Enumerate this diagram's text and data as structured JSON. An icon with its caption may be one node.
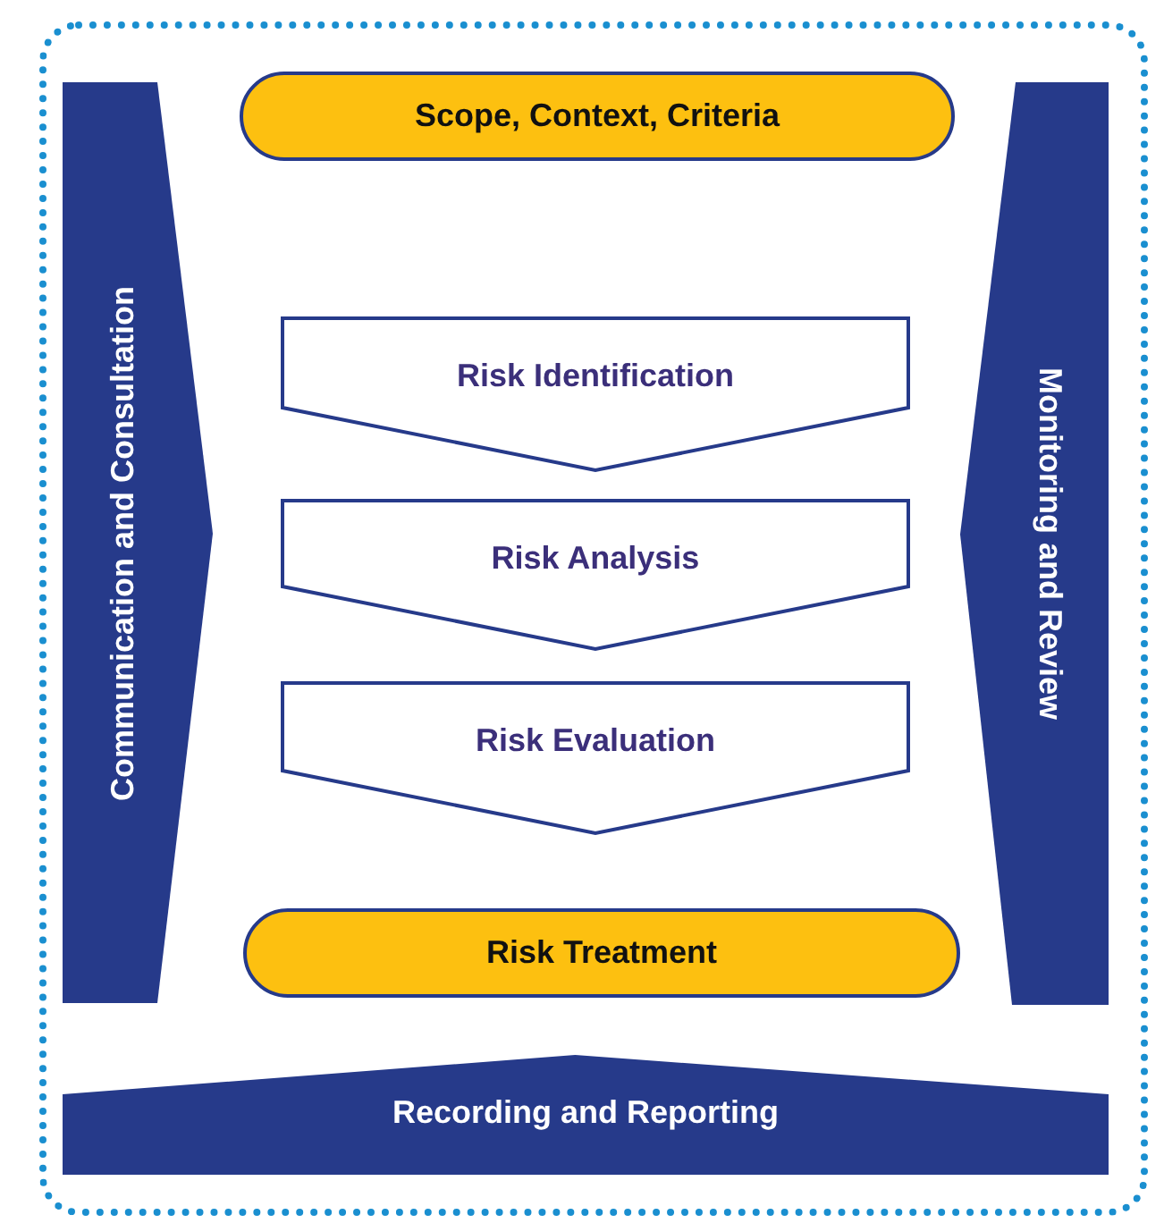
{
  "diagram": {
    "nodes": [
      {
        "text": [],
        "shape": "box"
      },
      {
        "text": [
          "Scope, Context, Criteria"
        ],
        "in": 0
      },
      {
        "text": [
          "Communication and Consultation"
        ],
        "in": 0
      },
      {
        "text": [
          "Risk Identification"
        ],
        "in": 0
      },
      {
        "text": [
          "Risk Analysis"
        ],
        "in": 0
      },
      {
        "text": [
          "Risk Evaluation"
        ],
        "in": 0
      },
      {
        "text": [
          "Monitoring and Review"
        ],
        "in": 0
      },
      {
        "text": [
          "Risk Treatment"
        ],
        "in": 0
      },
      {
        "text": [
          "Recording and Reporting"
        ],
        "in": 0
      }
    ]
  }
}
